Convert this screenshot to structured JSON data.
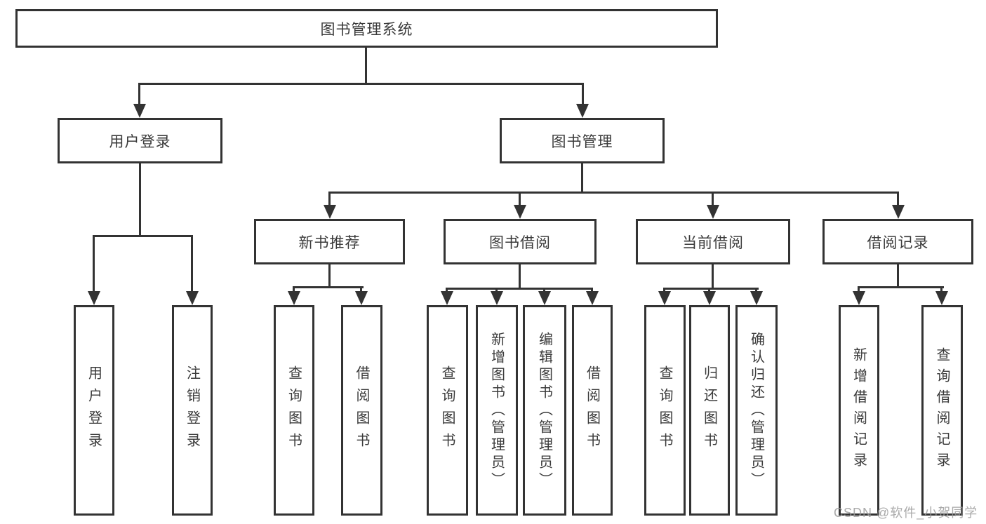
{
  "title": "图书管理系统",
  "colors": {
    "line": "#333333",
    "box_border": "#333333",
    "text": "#3a3a3a",
    "watermark": "#9c9c9c",
    "background": "#ffffff"
  },
  "nodes": {
    "root": "图书管理系统",
    "user_login": "用户登录",
    "book_mgmt": "图书管理",
    "new_book_rec": "新书推荐",
    "book_borrow": "图书借阅",
    "current_borrow": "当前借阅",
    "borrow_records": "借阅记录",
    "leaf_user_login": "用户登录",
    "leaf_logout": "注销登录",
    "leaf_query_books_rec": "查询图书",
    "leaf_borrow_books_rec": "借阅图书",
    "leaf_query_books_borrow": "查询图书",
    "leaf_add_books": "新增图书（管理员）",
    "leaf_edit_books": "编辑图书（管理员）",
    "leaf_borrow_books_borrow": "借阅图书",
    "leaf_query_books_current": "查询图书",
    "leaf_return_books": "归还图书",
    "leaf_confirm_return": "确认归还（管理员）",
    "leaf_add_borrow_record": "新增借阅记录",
    "leaf_query_borrow_record": "查询借阅记录"
  },
  "hierarchy": {
    "图书管理系统": [
      "用户登录",
      "图书管理"
    ],
    "用户登录": [
      "用户登录",
      "注销登录"
    ],
    "图书管理": [
      "新书推荐",
      "图书借阅",
      "当前借阅",
      "借阅记录"
    ],
    "新书推荐": [
      "查询图书",
      "借阅图书"
    ],
    "图书借阅": [
      "查询图书",
      "新增图书（管理员）",
      "编辑图书（管理员）",
      "借阅图书"
    ],
    "当前借阅": [
      "查询图书",
      "归还图书",
      "确认归还（管理员）"
    ],
    "借阅记录": [
      "新增借阅记录",
      "查询借阅记录"
    ]
  },
  "watermark": {
    "text": "CSDN @软件_小贺同学"
  }
}
